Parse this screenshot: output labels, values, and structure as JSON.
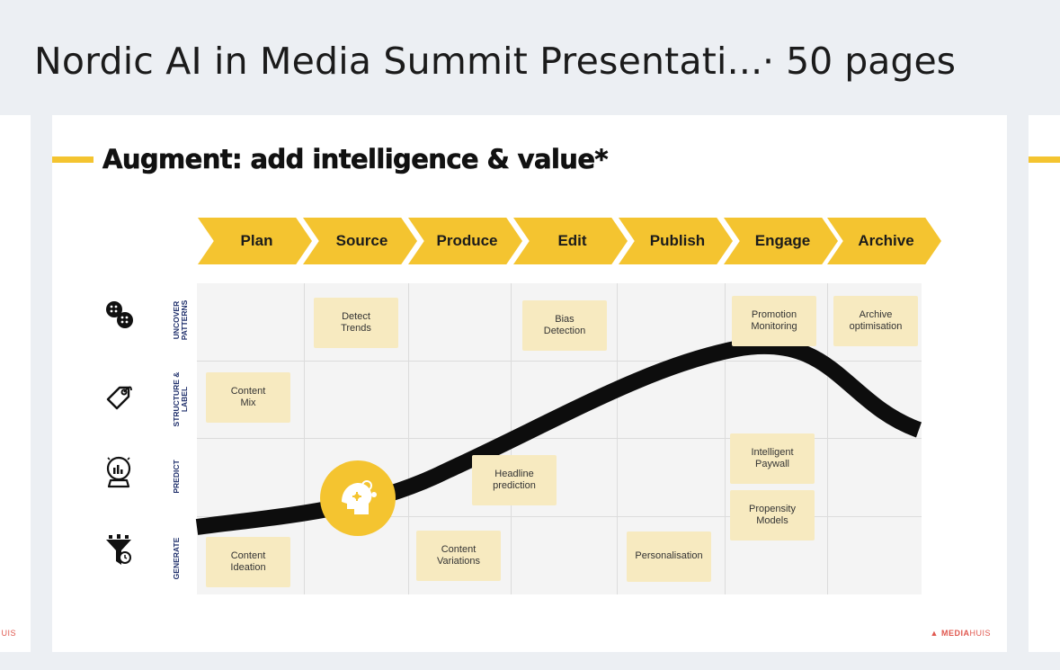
{
  "document": {
    "title": "Nordic AI in Media Summit Presentati...",
    "pages": "· 50 pages"
  },
  "prev_slide": {
    "footer": "UIS"
  },
  "slide": {
    "title": "Augment: add intelligence & value*",
    "stages": [
      "Plan",
      "Source",
      "Produce",
      "Edit",
      "Publish",
      "Engage",
      "Archive"
    ],
    "rows": [
      {
        "label": "UNCOVER PATTERNS",
        "icon": "uncover-patterns-icon"
      },
      {
        "label": "STRUCTURE & LABEL",
        "icon": "tag-icon"
      },
      {
        "label": "PREDICT",
        "icon": "crystal-ball-icon"
      },
      {
        "label": "GENERATE",
        "icon": "generate-funnel-icon"
      }
    ],
    "cards": {
      "detect_trends": "Detect\nTrends",
      "bias_detection": "Bias\nDetection",
      "promotion_monitoring": "Promotion\nMonitoring",
      "archive_optimisation": "Archive\noptimisation",
      "content_mix": "Content\nMix",
      "headline_prediction": "Headline\nprediction",
      "intelligent_paywall": "Intelligent\nPaywall",
      "propensity_models": "Propensity\nModels",
      "content_ideation": "Content\nIdeation",
      "content_variations": "Content\nVariations",
      "personalisation": "Personalisation"
    },
    "footer_brand_bold": "MEDIA",
    "footer_brand_light": "HUIS"
  },
  "colors": {
    "accent_yellow": "#f4c430",
    "card_fill": "#f7eac0",
    "label_navy": "#1f2f6b",
    "brand_red": "#e0584f"
  }
}
